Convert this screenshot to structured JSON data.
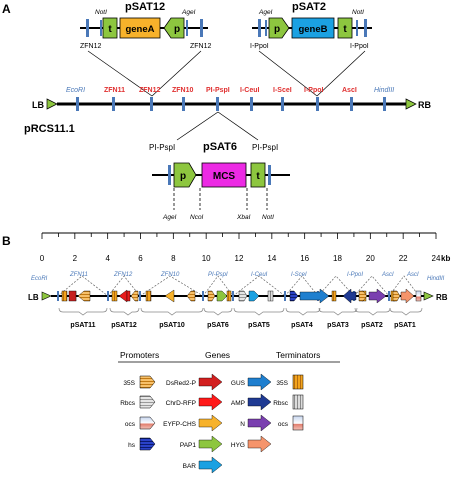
{
  "panelA": {
    "letter": "A",
    "pSAT12": {
      "title": "pSAT12",
      "site_top": "NotI",
      "site_right": "AgeI",
      "t": "t",
      "gene": "geneA",
      "p": "p",
      "zfn_left": "ZFN12",
      "zfn_right": "ZFN12"
    },
    "pSAT2": {
      "title": "pSAT2",
      "site_left": "AgeI",
      "site_right": "NotI",
      "p": "p",
      "gene": "geneB",
      "t": "t",
      "ippo_left": "I-PpoI",
      "ippo_right": "I-PpoI"
    },
    "pRCS": {
      "name": "pRCS11.1",
      "lb": "LB",
      "rb": "RB",
      "sites": [
        "EcoRI",
        "ZFN11",
        "ZFN12",
        "ZFN10",
        "PI-PspI",
        "I-CeuI",
        "I-SceI",
        "I-PpoI",
        "AscI",
        "HindIII"
      ]
    },
    "pSAT6": {
      "title": "pSAT6",
      "pspi_left": "PI-PspI",
      "pspi_right": "PI-PspI",
      "p": "p",
      "mcs": "MCS",
      "t": "t",
      "site1": "AgeI",
      "site2": "NcoI",
      "site3": "XbaI",
      "site4": "NotI"
    }
  },
  "panelB": {
    "letter": "B",
    "kb_unit": "kb",
    "ticks": [
      "0",
      "2",
      "4",
      "6",
      "8",
      "10",
      "12",
      "14",
      "16",
      "18",
      "20",
      "22",
      "24"
    ],
    "lb": "LB",
    "rb": "RB",
    "sites": [
      "EcoRI",
      "ZFN11",
      "ZFN12",
      "ZFN10",
      "PI-PspI",
      "I-CeuI",
      "I-SceI",
      "I-PpoI",
      "AscI",
      "AscI",
      "HindIII"
    ],
    "cassettes": [
      "pSAT11",
      "pSAT12",
      "pSAT10",
      "pSAT6",
      "pSAT5",
      "pSAT4",
      "pSAT3",
      "pSAT2",
      "pSAT1"
    ]
  },
  "legend": {
    "promoters_title": "Promoters",
    "genes_title": "Genes",
    "terminators_title": "Terminators",
    "promoters": [
      "35S",
      "Rbcs",
      "ocs",
      "hs"
    ],
    "genes_col1": [
      "DsRed2-P",
      "ChrD-RFP",
      "EYFP-CHS",
      "PAP1",
      "BAR"
    ],
    "genes_col2": [
      "GUS",
      "AMP",
      "N",
      "HYG"
    ],
    "terminators": [
      "35S",
      "Rbsc",
      "ocs"
    ]
  },
  "colors": {
    "green": "#8dc63f",
    "orange": "#f7b22b",
    "blue": "#1ba1e2",
    "magenta": "#ec2ae4",
    "red_label": "#e03030",
    "blue_label": "#4a78b8",
    "red": "#e81c1c",
    "navy": "#1f3a93",
    "purple": "#7a3fb0",
    "salmon": "#f5946b"
  }
}
